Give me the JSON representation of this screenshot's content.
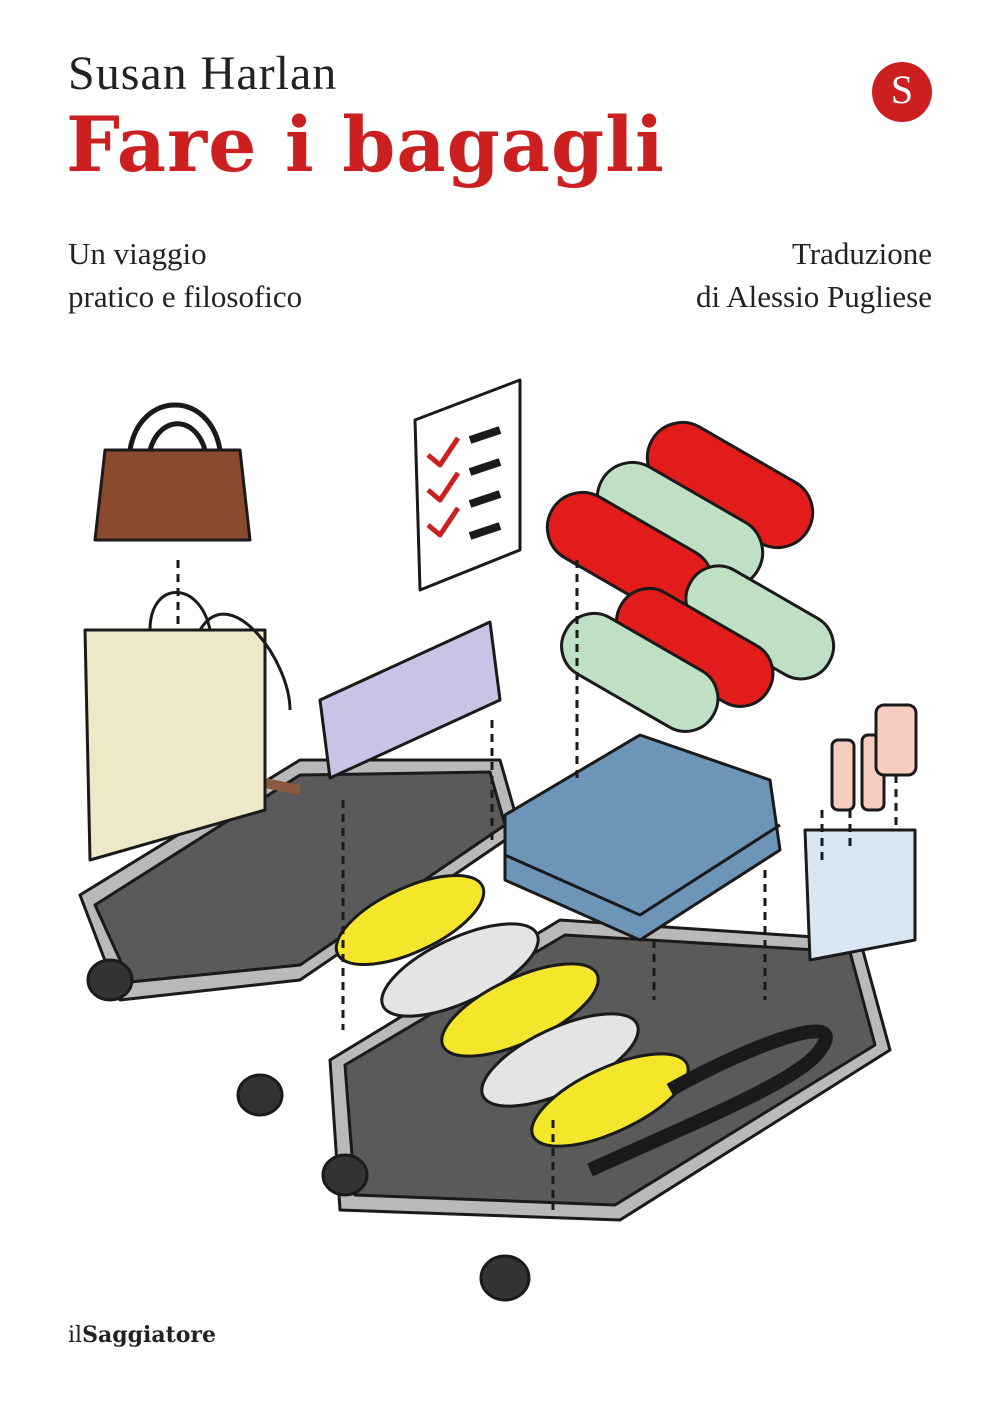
{
  "cover": {
    "author": "Susan Harlan",
    "title": "Fare i bagagli",
    "subtitle_line1": "Un viaggio",
    "subtitle_line2": "pratico e filosofico",
    "translation_line1": "Traduzione",
    "translation_line2": "di Alessio Pugliese",
    "publisher_prefix": "il",
    "publisher_name": "Saggiatore",
    "logo_glyph": "S"
  },
  "colors": {
    "title_red": "#cc1f1f",
    "text": "#222222",
    "suitcase_grey": "#b9b9b9",
    "suitcase_inner": "#5a5a5a"
  },
  "illustration": {
    "icons": [
      "handbag-icon",
      "tote-bag-icon",
      "checklist-icon",
      "scarf-icon",
      "rolled-shirts-icon",
      "jeans-icon",
      "bottles-icon",
      "zip-bag-icon",
      "sneakers-icon",
      "belt-icon",
      "suitcase-icon"
    ]
  }
}
